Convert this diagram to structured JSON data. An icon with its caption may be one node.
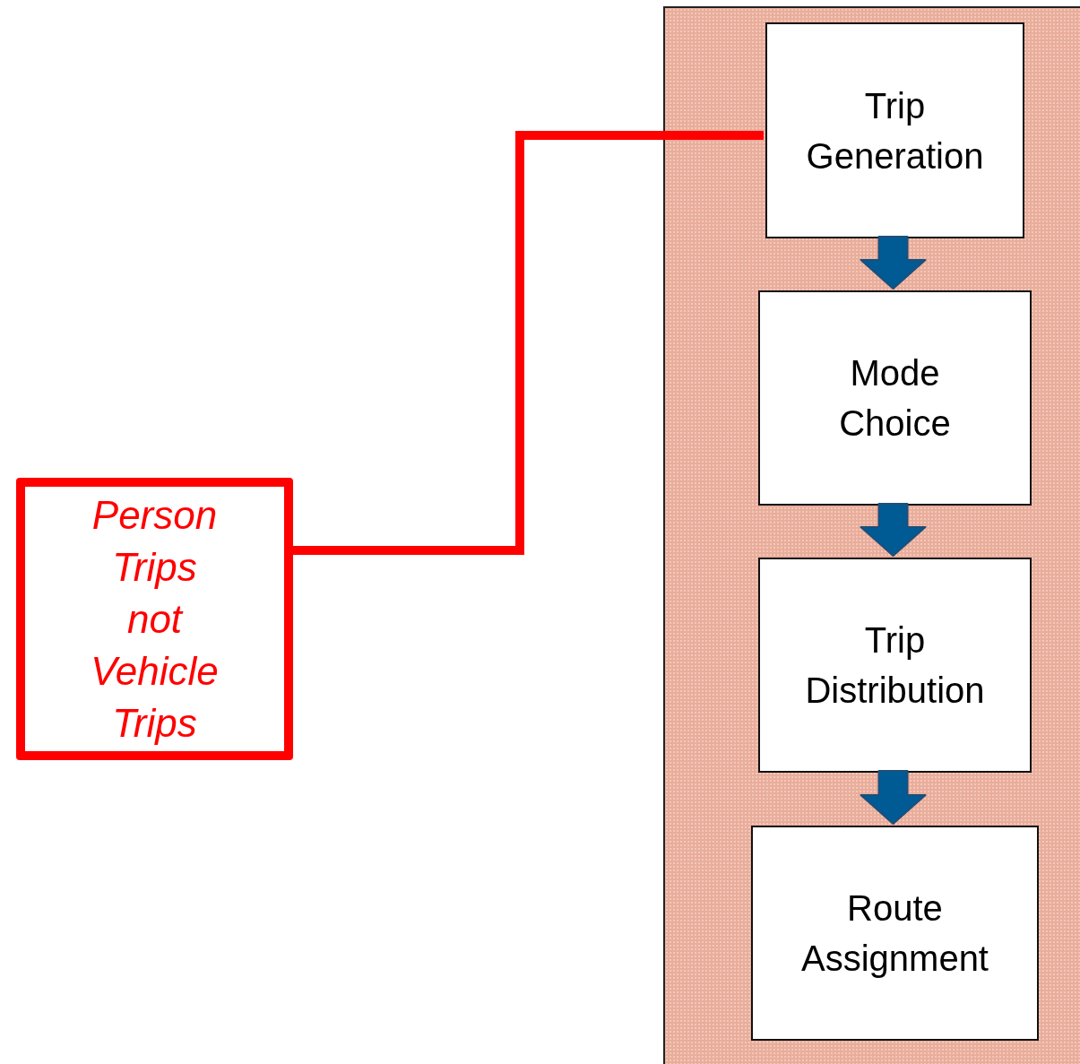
{
  "diagram": {
    "nodes": [
      {
        "text": [],
        "shape": "box"
      },
      {
        "text": [
          "Trip Generation"
        ],
        "in": 0
      },
      {
        "text": [
          "Mode Choice"
        ],
        "in": 0
      },
      {
        "text": [
          "Trip Distribution"
        ],
        "in": 0
      },
      {
        "text": [
          "Route Assignment"
        ],
        "in": 0
      },
      {
        "text": [
          "Person Trips not Vehicle Trips"
        ]
      }
    ],
    "edges": [
      {
        "from": 1,
        "to": 2,
        "arrow": "to",
        "style": "thick"
      },
      {
        "from": 2,
        "to": 3,
        "arrow": "to",
        "style": "thick"
      },
      {
        "from": 3,
        "to": 4,
        "arrow": "to",
        "style": "thick"
      },
      {
        "from": 5,
        "to": 1,
        "arrow": "none",
        "color": "#ff0000"
      }
    ]
  }
}
